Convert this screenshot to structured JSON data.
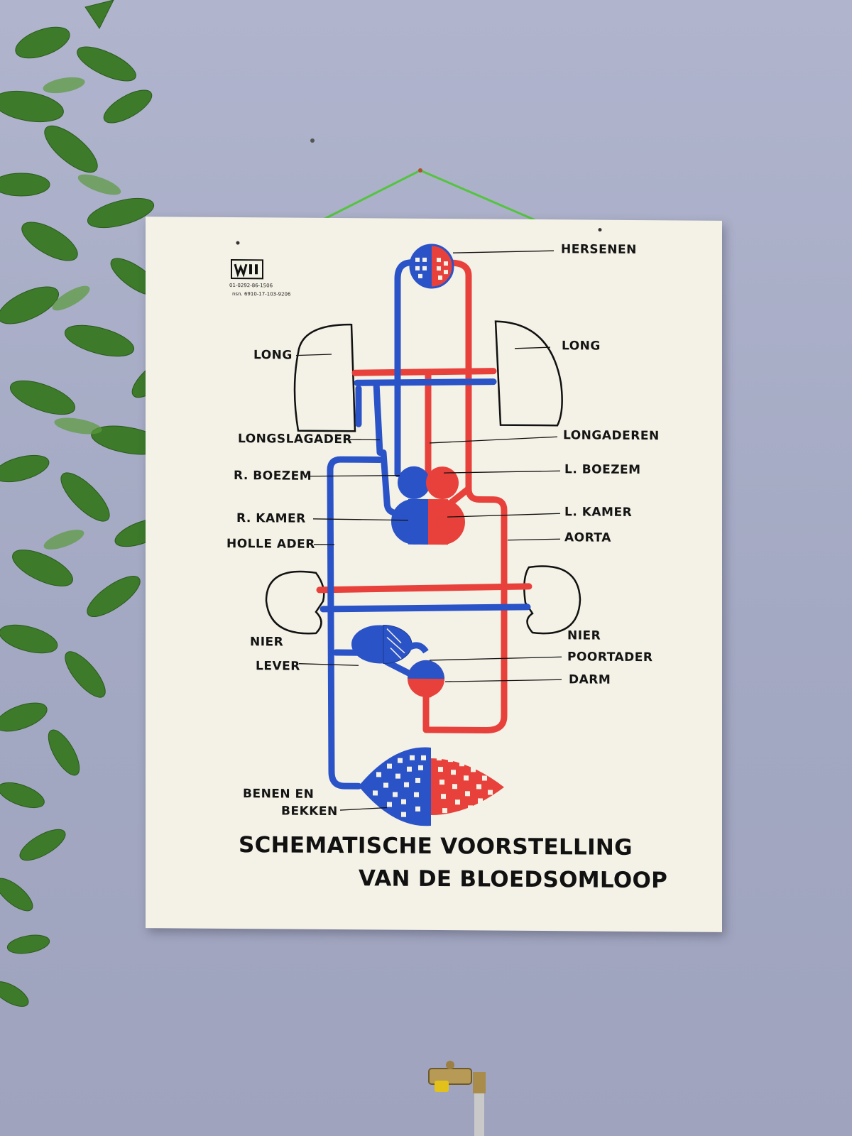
{
  "poster": {
    "publisher_code_1": "01-0292-86-1506",
    "publisher_code_2": "nsn. 6910-17-103-9206",
    "title_line_1": "SCHEMATISCHE VOORSTELLING",
    "title_line_2": "VAN DE BLOEDSOMLOOP"
  },
  "labels": {
    "hersenen": "HERSENEN",
    "long_left": "LONG",
    "long_right": "LONG",
    "longslagader": "LONGSLAGADER",
    "longaderen": "LONGADEREN",
    "r_boezem": "R. BOEZEM",
    "l_boezem": "L. BOEZEM",
    "r_kamer": "R. KAMER",
    "l_kamer": "L. KAMER",
    "holle_ader": "HOLLE ADER",
    "aorta": "AORTA",
    "nier_left": "NIER",
    "nier_right": "NIER",
    "lever": "LEVER",
    "poortader": "POORTADER",
    "darm": "DARM",
    "benen_en": "BENEN EN",
    "bekken": "BEKKEN"
  },
  "colors": {
    "arterial": "#e8413b",
    "venous": "#2b53c8",
    "poster": "#f4f2e6",
    "wall": "#a7acc7"
  }
}
